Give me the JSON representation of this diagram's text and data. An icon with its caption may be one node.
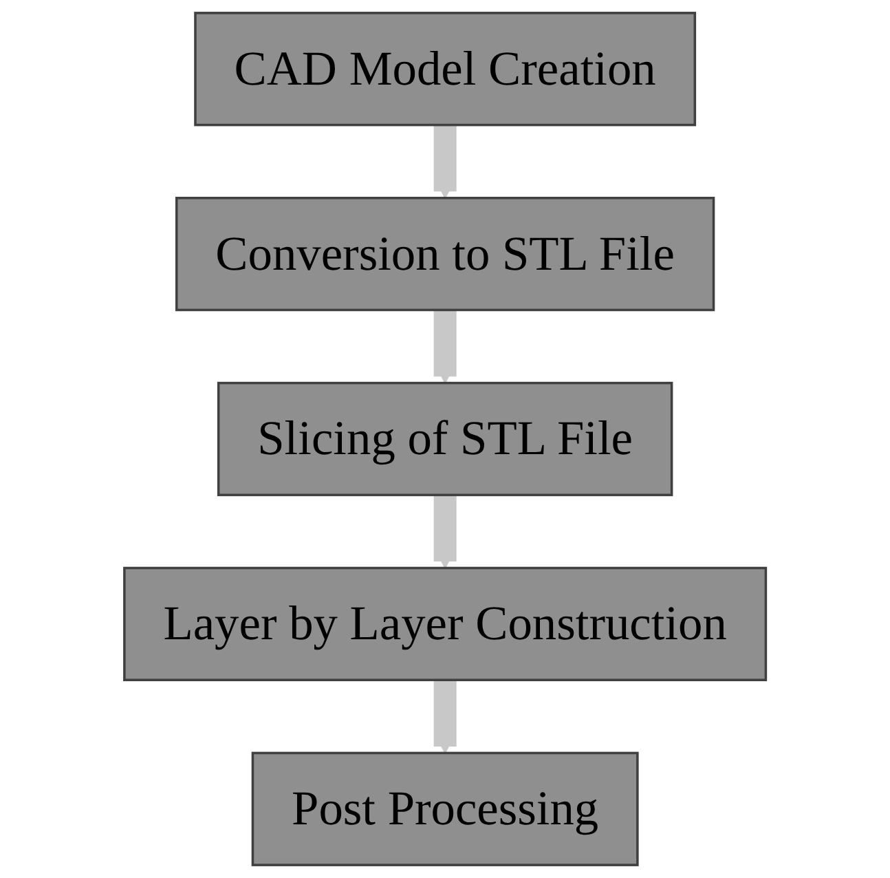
{
  "diagram": {
    "nodes": [
      {
        "text": [
          "CAD Model Creation"
        ]
      },
      {
        "text": [
          "Conversion to STL File"
        ]
      },
      {
        "text": [
          "Slicing of STL File"
        ]
      },
      {
        "text": [
          "Layer by Layer Construction"
        ]
      },
      {
        "text": [
          "Post Processing"
        ]
      }
    ],
    "edges": [
      {
        "from": 0,
        "to": 1,
        "arrow": "to"
      },
      {
        "from": 1,
        "to": 2,
        "arrow": "to"
      },
      {
        "from": 2,
        "to": 3,
        "arrow": "to"
      },
      {
        "from": 3,
        "to": 4,
        "arrow": "to"
      }
    ]
  }
}
